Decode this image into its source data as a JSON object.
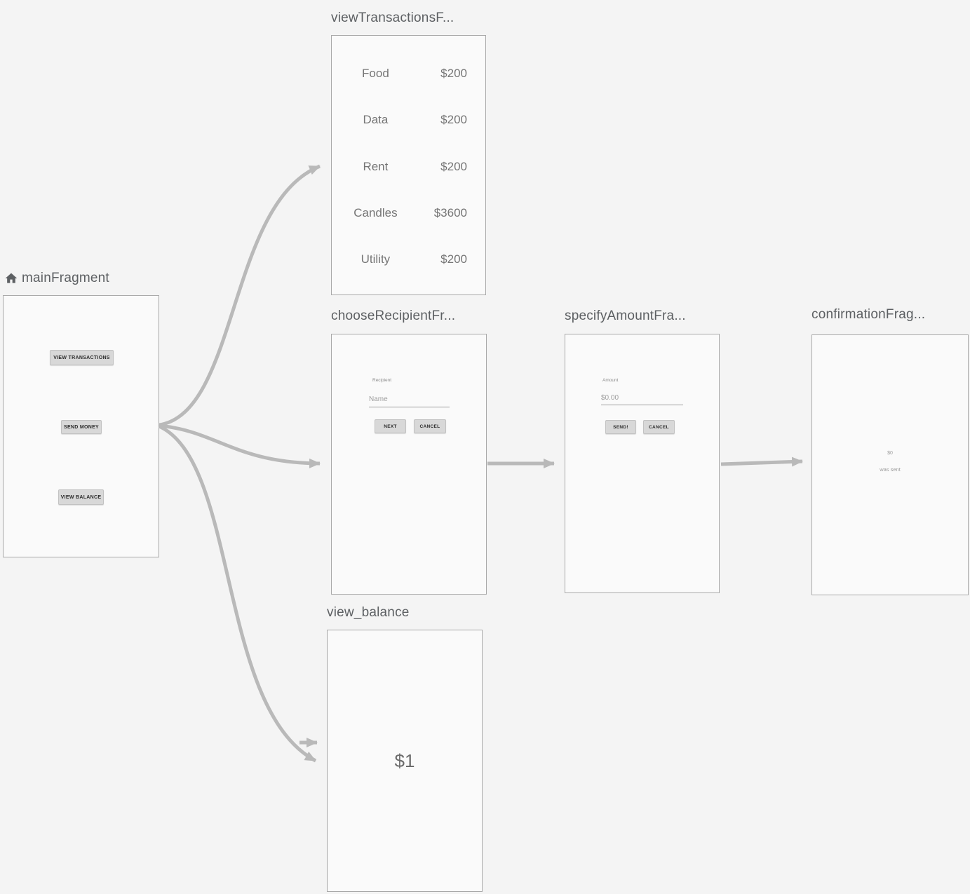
{
  "editor": {
    "background_color": "#f4f4f4",
    "card_background": "#fafafa",
    "card_border_color": "#a9a9a9",
    "arrow_color": "#b9b9b9",
    "title_color": "#5d6063"
  },
  "main": {
    "title": "mainFragment",
    "home_icon": "home-icon",
    "buttons": {
      "view_transactions": "VIEW TRANSACTIONS",
      "send_money": "SEND MONEY",
      "view_balance": "VIEW BALANCE"
    }
  },
  "transactions": {
    "title": "viewTransactionsF...",
    "rows": [
      {
        "label": "Food",
        "amount": "$200"
      },
      {
        "label": "Data",
        "amount": "$200"
      },
      {
        "label": "Rent",
        "amount": "$200"
      },
      {
        "label": "Candles",
        "amount": "$3600"
      },
      {
        "label": "Utility",
        "amount": "$200"
      }
    ]
  },
  "choose_recipient": {
    "title": "chooseRecipientFr...",
    "field_label": "Recipient",
    "field_placeholder": "Name",
    "next_button": "NEXT",
    "cancel_button": "CANCEL"
  },
  "specify_amount": {
    "title": "specifyAmountFra...",
    "field_label": "Amount",
    "field_placeholder": "$0.00",
    "send_button": "SEND!",
    "cancel_button": "CANCEL"
  },
  "confirmation": {
    "title": "confirmationFrag...",
    "amount": "$0",
    "message": "was sent"
  },
  "view_balance": {
    "title": "view_balance",
    "balance": "$1"
  }
}
